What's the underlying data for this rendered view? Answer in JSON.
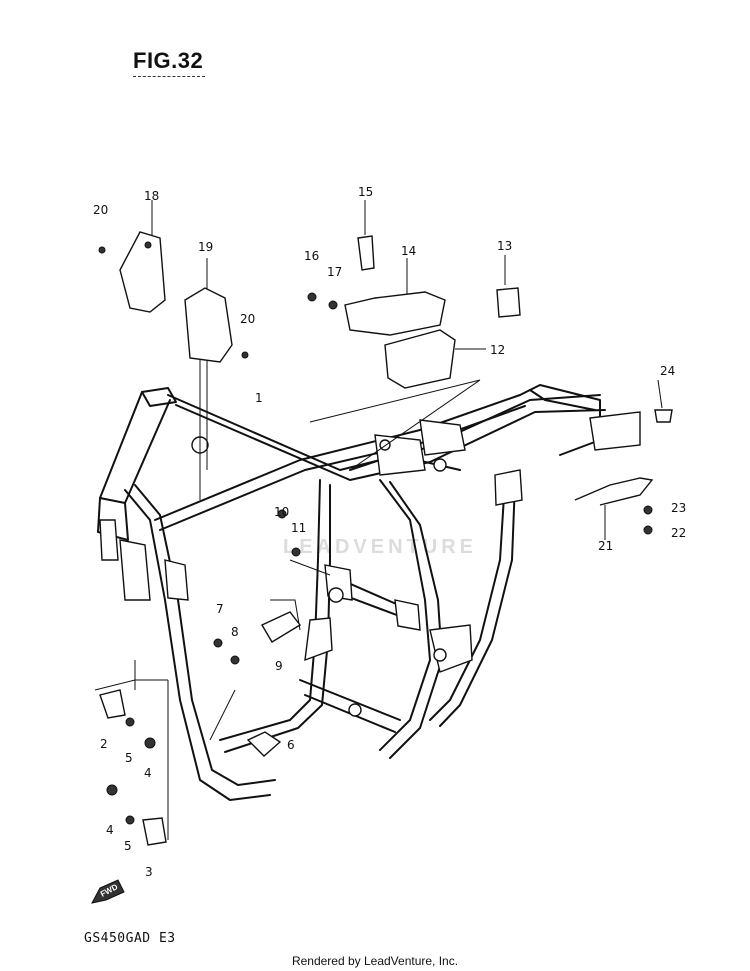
{
  "figure": {
    "title": "FIG.32"
  },
  "callouts": [
    "1",
    "2",
    "3",
    "4",
    "4",
    "5",
    "5",
    "6",
    "7",
    "8",
    "9",
    "10",
    "11",
    "12",
    "13",
    "14",
    "15",
    "16",
    "17",
    "18",
    "19",
    "20",
    "20",
    "21",
    "22",
    "23",
    "24"
  ],
  "direction_arrow": {
    "label": "FWD"
  },
  "watermark": {
    "text": "LEADVENTURE"
  },
  "model_code": "GS450GAD E3",
  "footer": {
    "credit": "Rendered by LeadVenture, Inc."
  }
}
